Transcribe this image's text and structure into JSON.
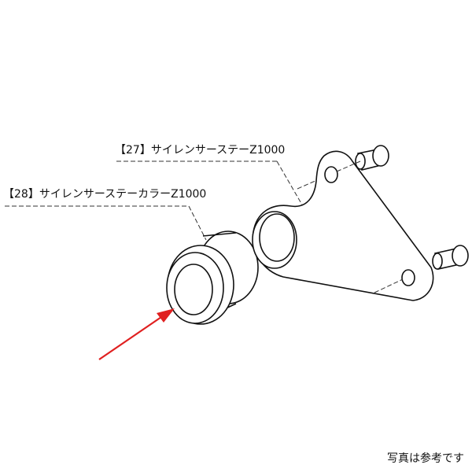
{
  "diagram": {
    "parts": [
      {
        "number": "27",
        "label": "【27】サイレンサーステーZ1000",
        "name": "silencer-stay"
      },
      {
        "number": "28",
        "label": "【28】サイレンサーステーカラーZ1000",
        "name": "silencer-stay-collar"
      }
    ],
    "highlight_arrow_color": "#e02020",
    "line_color": "#111111",
    "caption": "写真は参考です"
  }
}
